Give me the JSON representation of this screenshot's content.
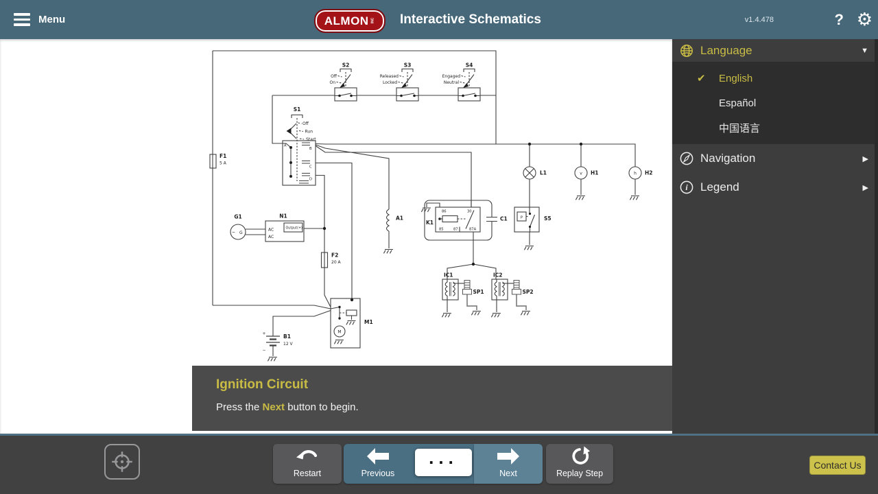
{
  "colors": {
    "header_bg": "#466879",
    "accent_yellow": "#c9bc45",
    "sidebar_bg": "#3d3d3d",
    "sidebar_expanded_bg": "#2d2d2d",
    "caption_bg": "#4b4b4b",
    "divider_blue": "#4e7082",
    "toolbar_bg": "#414141",
    "button_gray": "#58585a",
    "previous_blue": "#4a6e82",
    "next_blue": "#5d8296",
    "logo_red": "#a31318",
    "contact_bg": "#ccc14b",
    "white": "#ffffff"
  },
  "header": {
    "menu_label": "Menu",
    "logo_text": "ALMON",
    "logo_sub": "INC",
    "title": "Interactive Schematics",
    "version": "v1.4.478",
    "help_label": "?",
    "gear_icon": "⚙"
  },
  "sidebar": {
    "language": {
      "label": "Language",
      "selected_check": "✔",
      "caret": "▼",
      "options": [
        {
          "label": "English"
        },
        {
          "label": "Español"
        },
        {
          "label": "中国语言"
        }
      ]
    },
    "navigation": {
      "label": "Navigation",
      "caret": "▶"
    },
    "legend": {
      "label": "Legend",
      "caret": "▶"
    }
  },
  "caption": {
    "title": "Ignition Circuit",
    "text_prefix": "Press the ",
    "text_highlight": "Next",
    "text_suffix": " button to begin."
  },
  "toolbar": {
    "restart_label": "Restart",
    "previous_label": "Previous",
    "ellipsis_label": "...",
    "next_label": "Next",
    "replay_label": "Replay Step",
    "contact_label": "Contact Us"
  },
  "schematic": {
    "f1": "F1",
    "f1_rating": "5 A",
    "f2": "F2",
    "f2_rating": "20 A",
    "s1": "S1",
    "s1_off": "Off",
    "s1_run": "Run",
    "s1_start": "Start",
    "term_a": "A",
    "term_b": "B",
    "term_c": "C",
    "term_d": "D",
    "s2": "S2",
    "s2_off": "Off",
    "s2_on": "On",
    "s3": "S3",
    "s3_released": "Released",
    "s3_locked": "Locked",
    "s4": "S4",
    "s4_engaged": "Engaged",
    "s4_neutral": "Neutral",
    "g1": "G1",
    "g1_wave": "~",
    "g1_g": "G",
    "n1": "N1",
    "n1_ac1": "AC",
    "n1_ac2": "AC",
    "n1_output": "Output(+)",
    "a1": "A1",
    "l1": "L1",
    "h1": "H1",
    "h1_v": "v",
    "h2": "H2",
    "h2_h": "h",
    "k1": "K1",
    "k1_86": "86",
    "k1_30": "30",
    "k1_85": "85",
    "k1_87": "87",
    "k1_87a": "87A",
    "c1": "C1",
    "s5": "S5",
    "s5_p": "P",
    "ic1": "IC1",
    "ic2": "IC2",
    "sp1": "SP1",
    "sp2": "SP2",
    "m1": "M1",
    "m1_m": "M",
    "b1": "B1",
    "b1_rating": "12 V",
    "b1_plus": "+",
    "b1_minus": "−"
  }
}
